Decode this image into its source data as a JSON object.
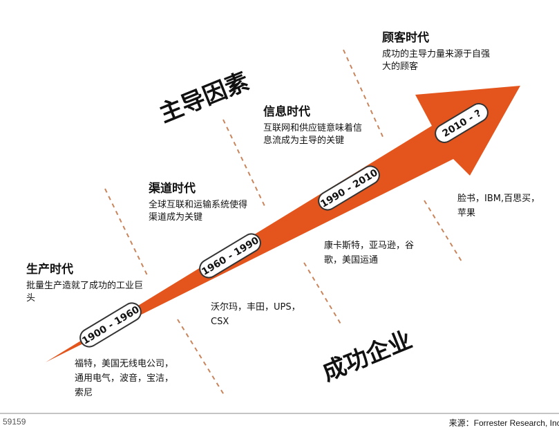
{
  "labels": {
    "driving_factor": "主导因素",
    "successful_companies": "成功企业"
  },
  "eras": [
    {
      "title": "生产时代",
      "desc": "批量生产造就了成功的工业巨头",
      "period": "1900 - 1960",
      "companies": "福特，美国无线电公司，通用电气，波音，宝洁，索尼"
    },
    {
      "title": "渠道时代",
      "desc": "全球互联和运输系统使得渠道成为关键",
      "period": "1960 - 1990",
      "companies": "沃尔玛，丰田，UPS，CSX"
    },
    {
      "title": "信息时代",
      "desc": "互联网和供应链意味着信息流成为主导的关键",
      "period": "1990 - 2010",
      "companies": "康卡斯特，亚马逊，谷歌，美国运通"
    },
    {
      "title": "顾客时代",
      "desc": "成功的主导力量来源于自强大的顾客",
      "period": "2010 - ?",
      "companies": "脸书，IBM,百思买，苹果"
    }
  ],
  "footer": {
    "id": "59159",
    "source": "来源：Forrester Research, Inc."
  },
  "colors": {
    "arrow": "#e3551c",
    "divider": "#c9845b",
    "badge_border": "#333333"
  }
}
